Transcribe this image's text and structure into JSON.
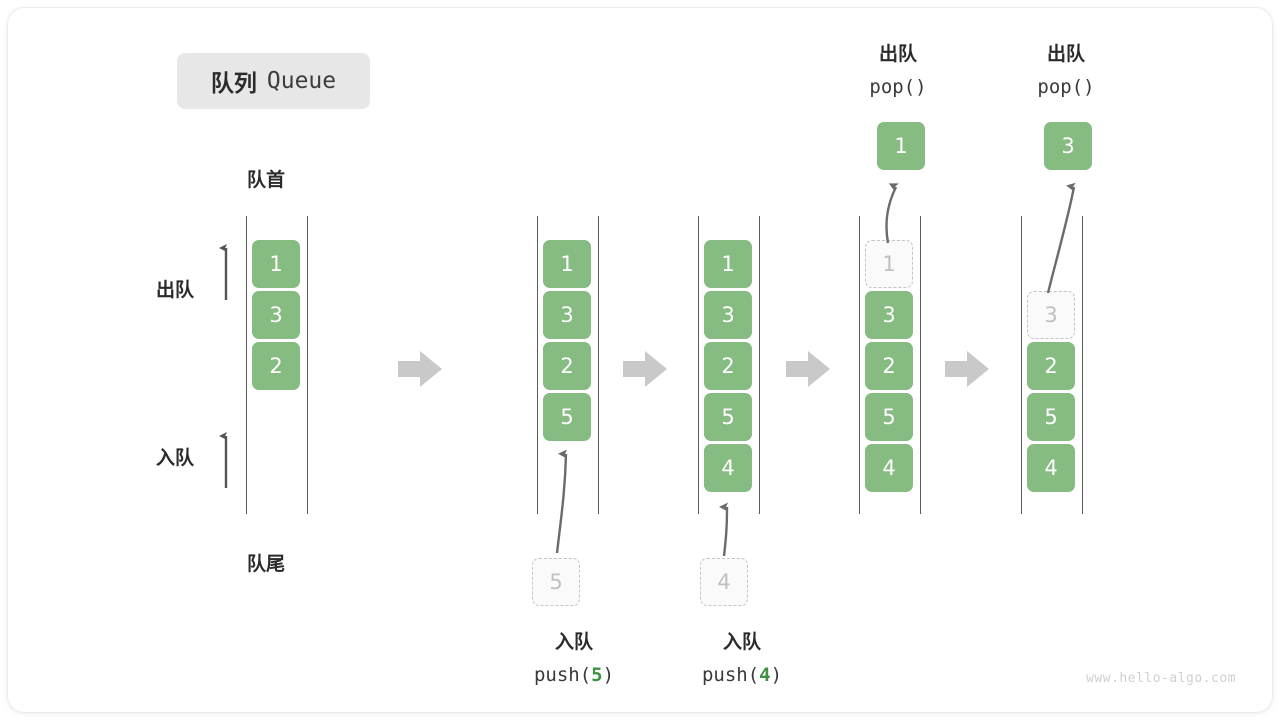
{
  "title": {
    "cn": "队列",
    "en": "Queue"
  },
  "labels": {
    "head": "队首",
    "tail": "队尾",
    "dequeue_arrow": "出队",
    "enqueue_arrow": "入队"
  },
  "watermark": "www.hello-algo.com",
  "colors": {
    "cell_green": "#86bb82",
    "ghost_border": "#c4c4c4",
    "ghost_text": "#c0c0c0",
    "rail": "#5c5c5c",
    "step_arrow": "#c9c9c9",
    "accent_num": "#3f9142",
    "badge_bg": "#e7e7e7"
  },
  "stages": [
    {
      "name": "initial",
      "cells": [
        {
          "value": "1",
          "state": "solid"
        },
        {
          "value": "3",
          "state": "solid"
        },
        {
          "value": "2",
          "state": "solid"
        }
      ]
    },
    {
      "name": "after-push-5",
      "cells": [
        {
          "value": "1",
          "state": "solid"
        },
        {
          "value": "3",
          "state": "solid"
        },
        {
          "value": "2",
          "state": "solid"
        },
        {
          "value": "5",
          "state": "solid"
        }
      ],
      "incoming": {
        "value": "5",
        "state": "ghost"
      },
      "caption": {
        "cn": "入队",
        "code_prefix": "push(",
        "code_num": "5",
        "code_suffix": ")"
      }
    },
    {
      "name": "after-push-4",
      "cells": [
        {
          "value": "1",
          "state": "solid"
        },
        {
          "value": "3",
          "state": "solid"
        },
        {
          "value": "2",
          "state": "solid"
        },
        {
          "value": "5",
          "state": "solid"
        },
        {
          "value": "4",
          "state": "solid"
        }
      ],
      "incoming": {
        "value": "4",
        "state": "ghost"
      },
      "caption": {
        "cn": "入队",
        "code_prefix": "push(",
        "code_num": "4",
        "code_suffix": ")"
      }
    },
    {
      "name": "after-pop-1",
      "cells": [
        {
          "value": "1",
          "state": "ghost"
        },
        {
          "value": "3",
          "state": "solid"
        },
        {
          "value": "2",
          "state": "solid"
        },
        {
          "value": "5",
          "state": "solid"
        },
        {
          "value": "4",
          "state": "solid"
        }
      ],
      "popped": {
        "value": "1",
        "state": "popped"
      },
      "caption": {
        "cn": "出队",
        "code": "pop()"
      }
    },
    {
      "name": "after-pop-3",
      "cells": [
        {
          "value": "",
          "state": "empty"
        },
        {
          "value": "3",
          "state": "ghost"
        },
        {
          "value": "2",
          "state": "solid"
        },
        {
          "value": "5",
          "state": "solid"
        },
        {
          "value": "4",
          "state": "solid"
        }
      ],
      "popped": {
        "value": "3",
        "state": "popped"
      },
      "caption": {
        "cn": "出队",
        "code": "pop()"
      }
    }
  ]
}
